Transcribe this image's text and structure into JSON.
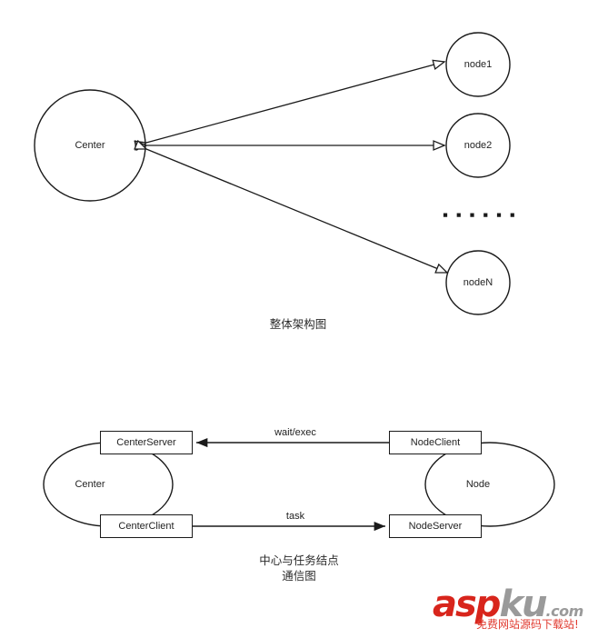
{
  "page": {
    "background_color": "#ffffff",
    "stroke_color": "#1a1a1a",
    "text_color": "#232323"
  },
  "architecture_diagram": {
    "caption": "整体架构图",
    "center_node": {
      "label": "Center",
      "shape": "circle"
    },
    "worker_nodes": [
      {
        "label": "node1",
        "shape": "circle"
      },
      {
        "label": "node2",
        "shape": "circle"
      },
      {
        "label": "nodeN",
        "shape": "circle"
      }
    ],
    "ellipsis": "▪ ▪ ▪    ▪ ▪ ▪",
    "edges": [
      {
        "from": "Center",
        "to": "node1",
        "style": "bidirectional",
        "label": ""
      },
      {
        "from": "Center",
        "to": "node2",
        "style": "bidirectional",
        "label": ""
      },
      {
        "from": "Center",
        "to": "nodeN",
        "style": "bidirectional",
        "label": ""
      }
    ]
  },
  "communication_diagram": {
    "caption": "中心与任务结点\n通信图",
    "center_group": {
      "label": "Center",
      "boxes": [
        {
          "label": "CenterServer"
        },
        {
          "label": "CenterClient"
        }
      ]
    },
    "node_group": {
      "label": "Node",
      "boxes": [
        {
          "label": "NodeClient"
        },
        {
          "label": "NodeServer"
        }
      ]
    },
    "edges": [
      {
        "from": "NodeClient",
        "to": "CenterServer",
        "label": "wait/exec",
        "direction": "right-to-left"
      },
      {
        "from": "CenterClient",
        "to": "NodeServer",
        "label": "task",
        "direction": "left-to-right"
      }
    ]
  },
  "watermark": {
    "brand_primary": "asp",
    "brand_secondary": "ku",
    "brand_tld": ".com",
    "tagline": "免费网站源码下载站!",
    "primary_color": "#d8251c",
    "secondary_color": "#9a9a9a"
  }
}
